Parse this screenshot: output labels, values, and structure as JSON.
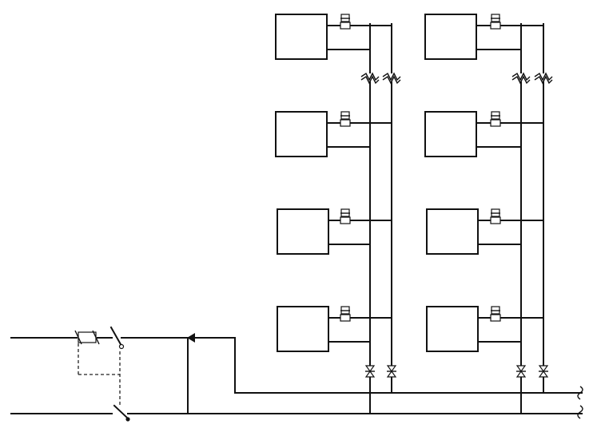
{
  "diagram": {
    "kind": "two-pipe heating riser schematic",
    "line_color": "#111111",
    "background": "#ffffff",
    "risers": 2,
    "radiators_per_riser": 4,
    "has_supply_arrow": true,
    "has_riser_breaks": true,
    "components": {
      "radiator_symbol": "rectangle",
      "thermostatic_valve_icon": "valve-head-icon",
      "riser_shutoff_icon": "bowtie-valve-icon",
      "mixing_unit_icon": "control-valve-icon",
      "flow_arrow_icon": "arrow-left-icon",
      "pipe_break_icon": "break-mark-icon"
    }
  }
}
